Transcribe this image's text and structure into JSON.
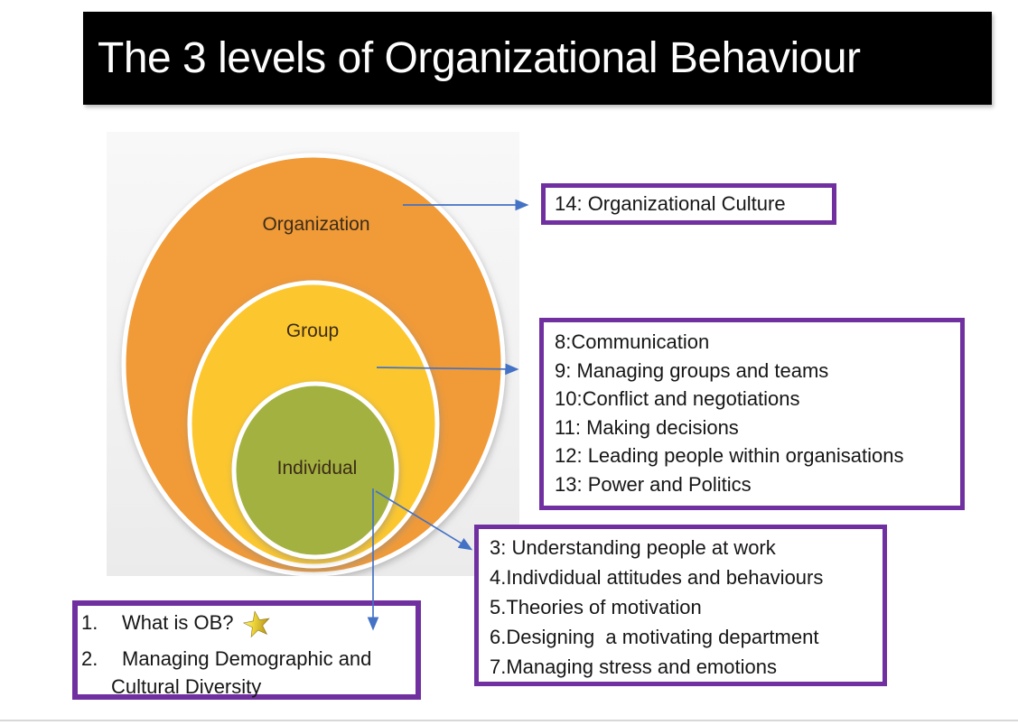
{
  "title": "The 3 levels of Organizational Behaviour",
  "diagram": {
    "levels": [
      {
        "label": "Organization",
        "color": "#F09A38"
      },
      {
        "label": "Group",
        "color": "#FCC72D"
      },
      {
        "label": "Individual",
        "color": "#A3B13F"
      }
    ]
  },
  "boxes": {
    "organization_topics": {
      "lines": [
        "14: Organizational Culture"
      ]
    },
    "group_topics": {
      "lines": [
        "8:Communication",
        "9: Managing groups and teams",
        "10:Conflict and negotiations",
        "11: Making decisions",
        "12: Leading people within organisations",
        "13: Power and Politics"
      ]
    },
    "individual_topics": {
      "lines": [
        "3: Understanding people at work",
        "4.Indivdidual attitudes and behaviours",
        "5.Theories of motivation",
        "6.Designing  a motivating department",
        "7.Managing stress and emotions"
      ]
    },
    "intro_topics": {
      "items": [
        {
          "num": "1.",
          "text": "What is OB?"
        },
        {
          "num": "2.",
          "text": "Managing Demographic and",
          "text_cont": "Cultural Diversity"
        }
      ]
    }
  },
  "icons": {
    "star": "gold-star"
  },
  "colors": {
    "title_bg": "#000000",
    "title_text": "#FFFFFF",
    "box_border_purple": "#7030A0",
    "arrow_blue": "#4472C4",
    "organization_orange": "#F09A38",
    "group_yellow": "#FCC72D",
    "individual_green": "#A3B13F",
    "panel_gray": "#F2F2F2"
  }
}
